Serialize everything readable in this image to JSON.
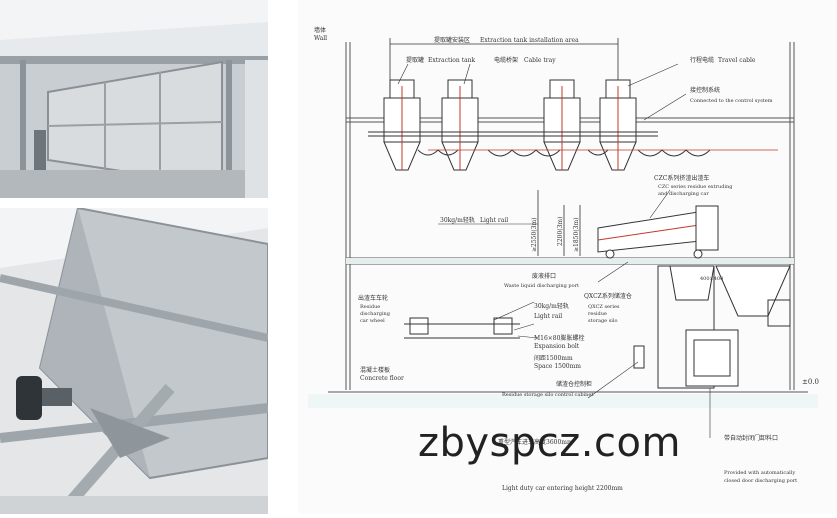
{
  "drawing": {
    "wall": {
      "cn": "墙体",
      "en": "Wall"
    },
    "install_area": {
      "cn": "提取罐安装区",
      "en": "Extraction tank installation area"
    },
    "extraction_tank": {
      "cn": "提取罐",
      "en": "Extraction tank"
    },
    "cable_tray": {
      "cn": "电缆桥架",
      "en": "Cable tray"
    },
    "travel_cable": {
      "cn": "行程电缆",
      "en": "Travel cable"
    },
    "control_system": {
      "cn": "接控制系统",
      "en": "Connected to the control system"
    },
    "czc_car": {
      "cn": "CZC系列挤渣出渣车",
      "en1": "CZC series residue extruding",
      "en2": "and discharging car"
    },
    "light_rail_upper": {
      "cn": "30kg/m轻轨",
      "en": "Light rail"
    },
    "dim_2550": "≥2550(3m)",
    "dim_2200": "2200(3m)",
    "dim_1850": "≥1850(3m)",
    "dim_400": "400×400",
    "waste_port": {
      "cn": "废液排口",
      "en": "Waste liquid discharging port"
    },
    "car_wheel": {
      "cn": "出渣车车轮",
      "en1": "Residue",
      "en2": "discharging",
      "en3": "car wheel"
    },
    "light_rail_lower": {
      "cn": "30kg/m轻轨",
      "en": "Light rail"
    },
    "silo": {
      "cn": "QXCZ系列储渣仓",
      "en1": "QXCZ series",
      "en2": "residue",
      "en3": "storage silo"
    },
    "expansion_bolt": {
      "cn": "M16×80膨胀螺栓",
      "en": "Expansion bolt"
    },
    "spacing": {
      "cn": "间距1500mm",
      "en": "Space 1500mm"
    },
    "concrete_floor": {
      "cn": "混凝土楼板",
      "en": "Concrete floor"
    },
    "silo_cabinet": {
      "cn": "储渣仓控制柜",
      "en": "Residue storage silo control cabinet"
    },
    "elevation": "±0.0",
    "truck_height": {
      "cn": "重型汽车进车高度3600mm",
      "en": "Light duty car entering height 2200mm"
    },
    "auto_port": {
      "cn": "带自动封闭门卸料口",
      "en1": "Provided with automatically",
      "en2": "closed door discharging port"
    }
  },
  "watermark": "zbyspcz.com"
}
